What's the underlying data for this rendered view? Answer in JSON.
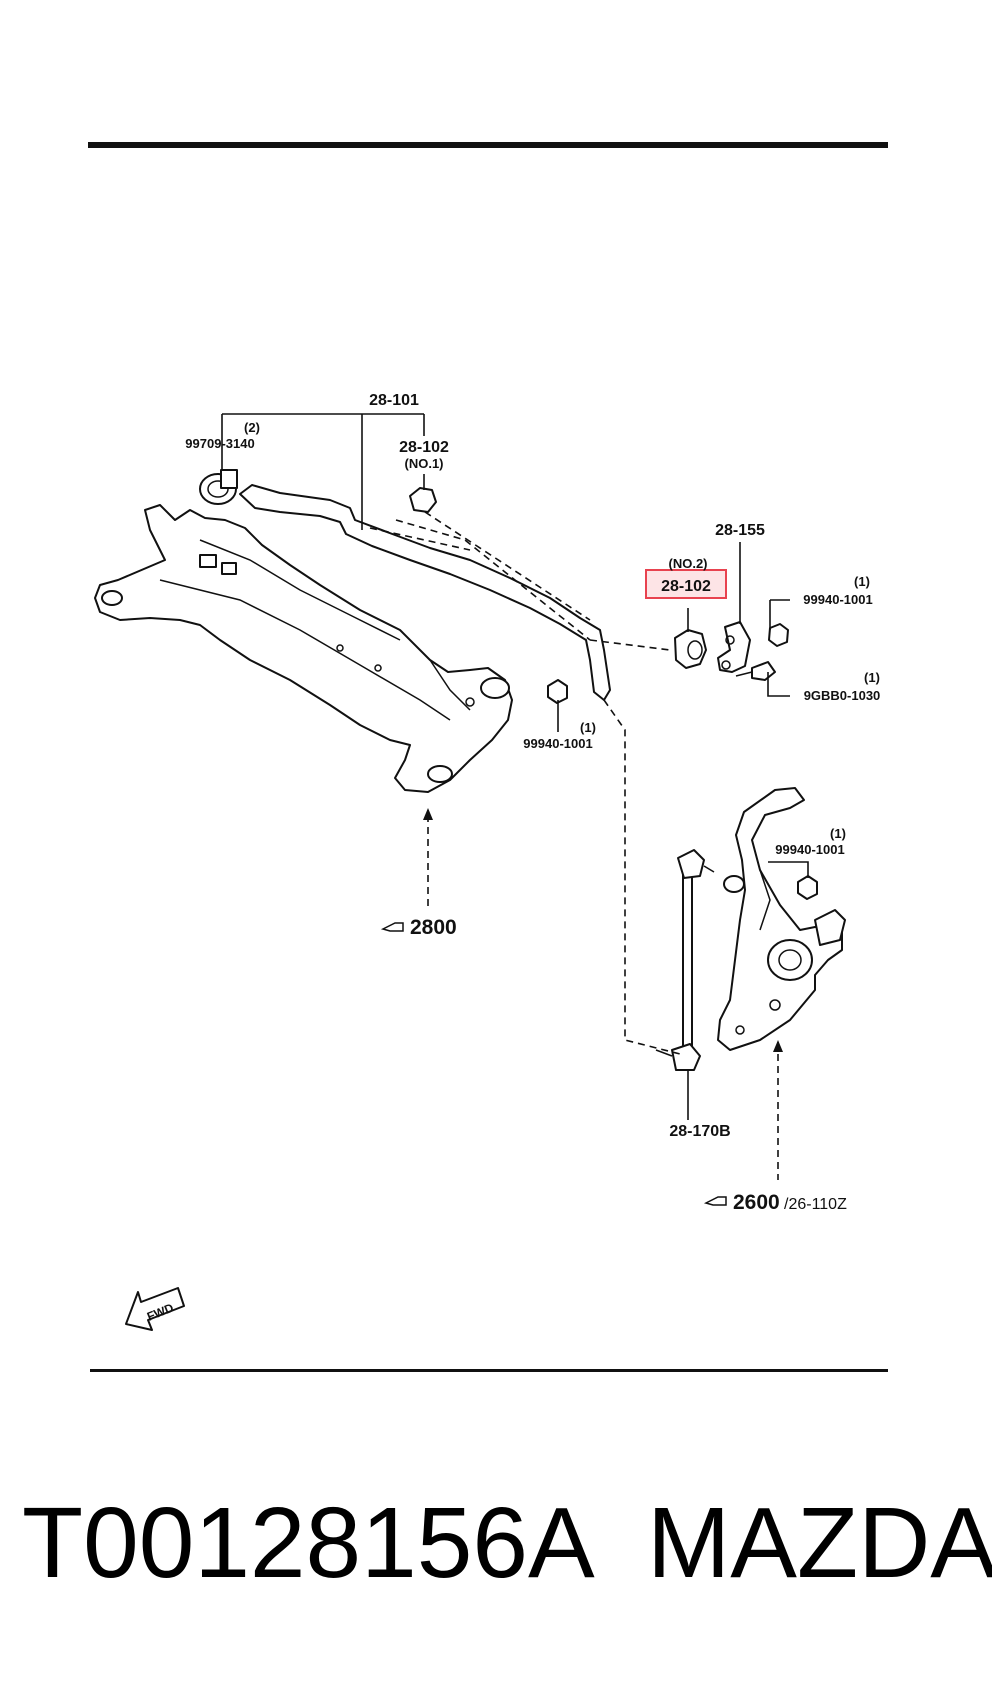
{
  "diagram": {
    "callouts": {
      "stabilizer": "28-101",
      "bushing_no1": "28-102",
      "bushing_no1_note": "(NO.1)",
      "bracket_qty": "(2)",
      "bracket_part": "99709-3140",
      "clamp": "28-155",
      "bushing_no2_note": "(NO.2)",
      "bushing_no2": "28-102",
      "nut_a_qty": "(1)",
      "nut_a": "99940-1001",
      "bolt_qty": "(1)",
      "bolt": "9GBB0-1030",
      "nut_b_qty": "(1)",
      "nut_b": "99940-1001",
      "nut_c_qty": "(1)",
      "nut_c": "99940-1001",
      "link": "28-170B",
      "ref_crossmember": "2800",
      "ref_knuckle": "2600",
      "ref_knuckle_sub": "/26-110Z",
      "fwd": "FWD"
    },
    "highlight_color": "#e8424f",
    "highlight_fill": "#fde4e6"
  },
  "footer": {
    "part_number": "T00128156A",
    "brand": "MAZDA"
  }
}
